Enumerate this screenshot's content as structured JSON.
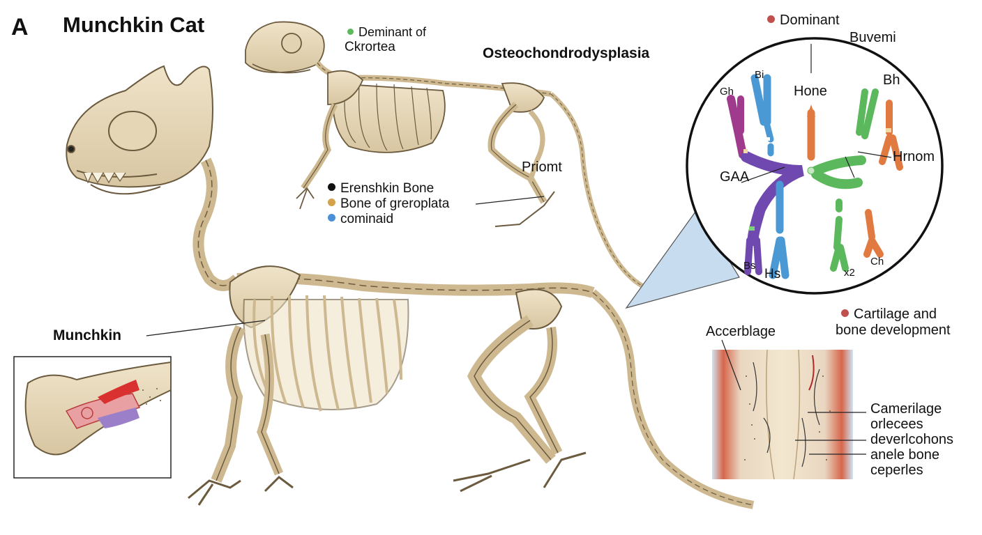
{
  "panel_letter": "A",
  "title": "Munchkin Cat",
  "subtitle": "Osteochondrodysplasia",
  "small_skeleton": {
    "legend_top": {
      "text": "Deminant of Ckrortea",
      "line1": "Deminant of",
      "line2": "Ckrortea",
      "color": "#5cb85c"
    },
    "label_priomt": "Priomt",
    "legend": [
      {
        "text": "Erenshkin Bone",
        "color": "#111111"
      },
      {
        "text": "Bone of greroplata",
        "color": "#d4a24a"
      },
      {
        "text": "cominaid",
        "color": "#4a90d9"
      }
    ]
  },
  "big_skeleton": {
    "label": "Munchkin"
  },
  "chromosome_circle": {
    "legend": {
      "text": "Dominant",
      "color": "#c0504d"
    },
    "labels": {
      "buvemi": "Buvemi",
      "hone": "Hone",
      "gh": "Gh",
      "bi": "Bi",
      "bh": "Bh",
      "hrnom": "Hrnom",
      "gaa": "GAA",
      "bs": "Bs",
      "hs": "Hs",
      "x2": "x2",
      "ch": "Ch"
    }
  },
  "tissue_panel": {
    "legend": {
      "line1": "Cartilage and",
      "line2": "bone development",
      "color": "#c0504d"
    },
    "title": "Accerblage",
    "labels": [
      "Camerilage",
      "orlecees",
      "deverlcohons",
      "anele bone",
      "ceperles"
    ]
  }
}
